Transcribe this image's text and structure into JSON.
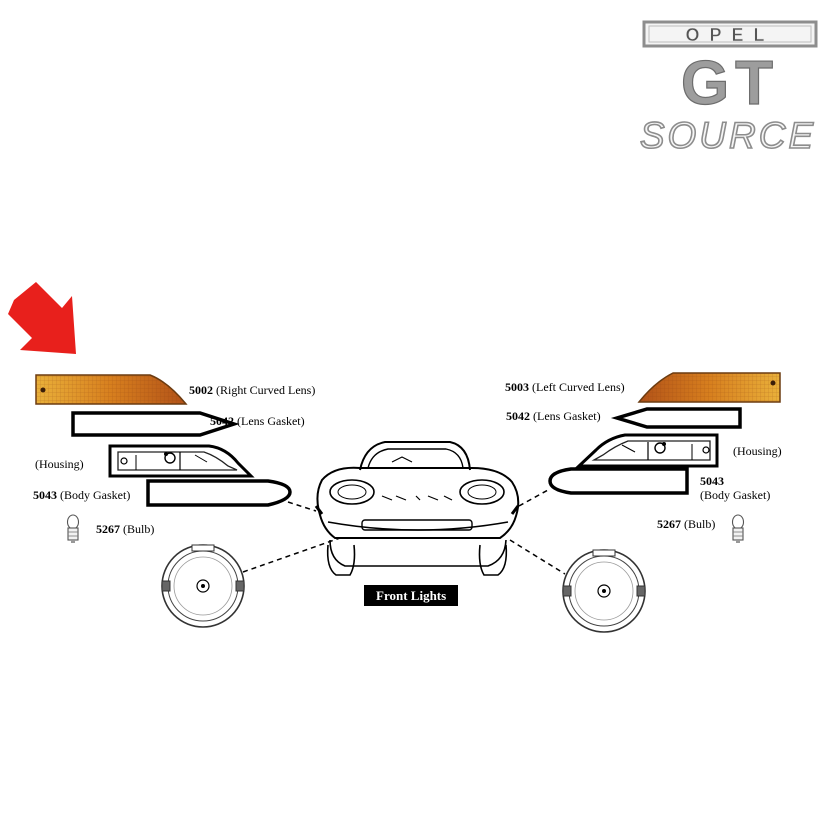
{
  "logo": {
    "line1": "OPEL",
    "line2": "GT",
    "line3": "SOURCE"
  },
  "title": "Front Lights",
  "colors": {
    "accent_arrow": "#e8201c",
    "lens_amber": "#e0901c",
    "lens_dark": "#b4561a",
    "lens_yellow": "#f0c020"
  },
  "left": {
    "lens": {
      "part": "5002",
      "desc": "(Right Curved Lens)"
    },
    "lens_gasket": {
      "part": "5042",
      "desc": "(Lens Gasket)"
    },
    "housing": {
      "desc": "(Housing)"
    },
    "body_gasket": {
      "part": "5043",
      "desc": "(Body Gasket)"
    },
    "bulb": {
      "part": "5267",
      "desc": "(Bulb)"
    }
  },
  "right": {
    "lens": {
      "part": "5003",
      "desc": "(Left Curved Lens)"
    },
    "lens_gasket": {
      "part": "5042",
      "desc": "(Lens Gasket)"
    },
    "housing": {
      "desc": "(Housing)"
    },
    "body_gasket": {
      "part": "5043",
      "desc": "(Body Gasket)"
    },
    "bulb": {
      "part": "5267",
      "desc": "(Bulb)"
    }
  }
}
